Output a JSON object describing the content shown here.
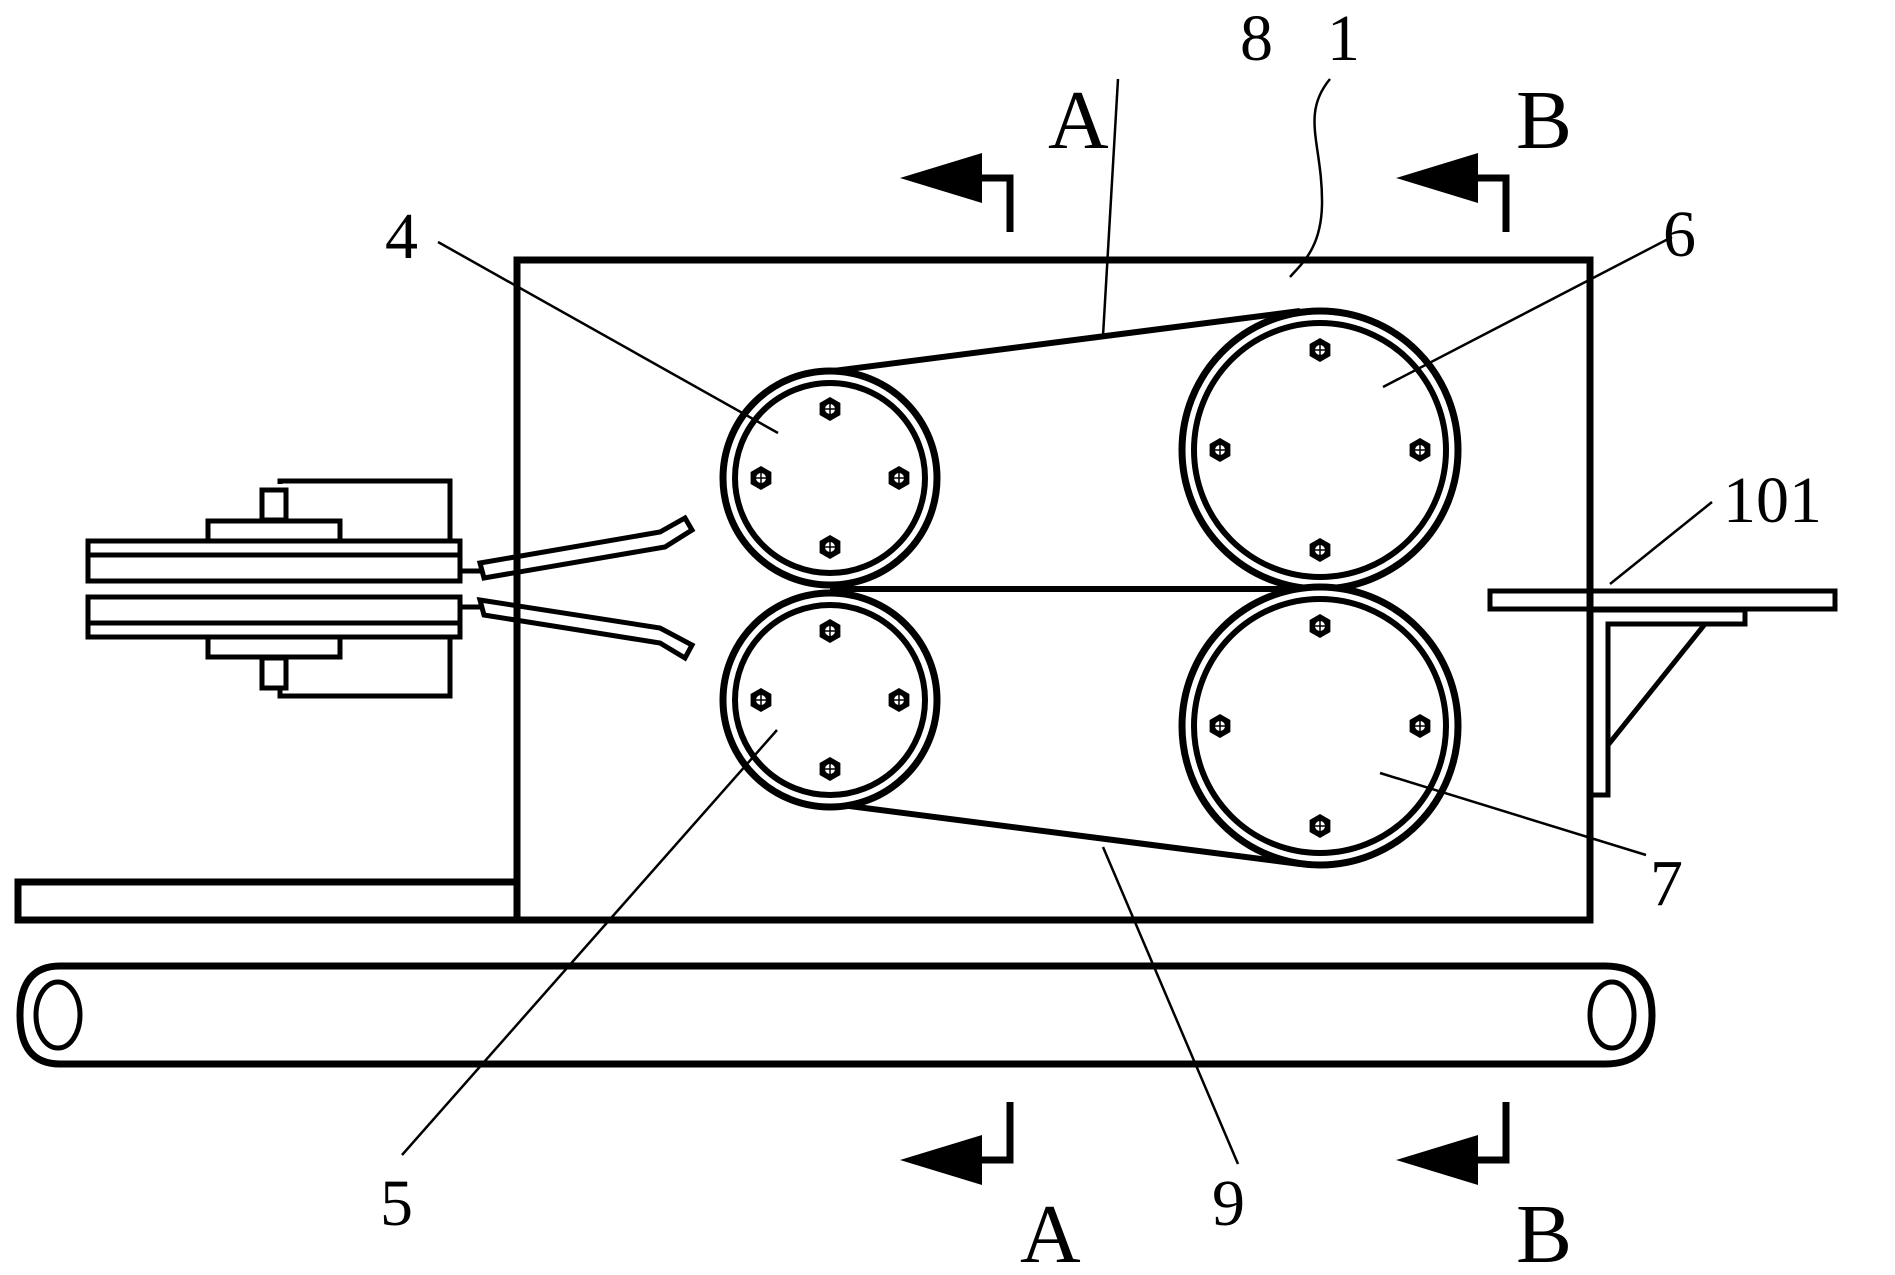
{
  "figure": {
    "type": "patent mechanical drawing",
    "colors": {
      "line": "#000000",
      "background": "#ffffff"
    }
  },
  "section_markers": {
    "top_a": "A",
    "top_b": "B",
    "bottom_a": "A",
    "bottom_b": "B"
  },
  "reference_labels": {
    "frame": "1",
    "roller_upper_left": "4",
    "roller_lower_left": "5",
    "roller_upper_right": "6",
    "roller_lower_right": "7",
    "belt_upper": "8",
    "belt_lower": "9",
    "bracket": "101"
  }
}
